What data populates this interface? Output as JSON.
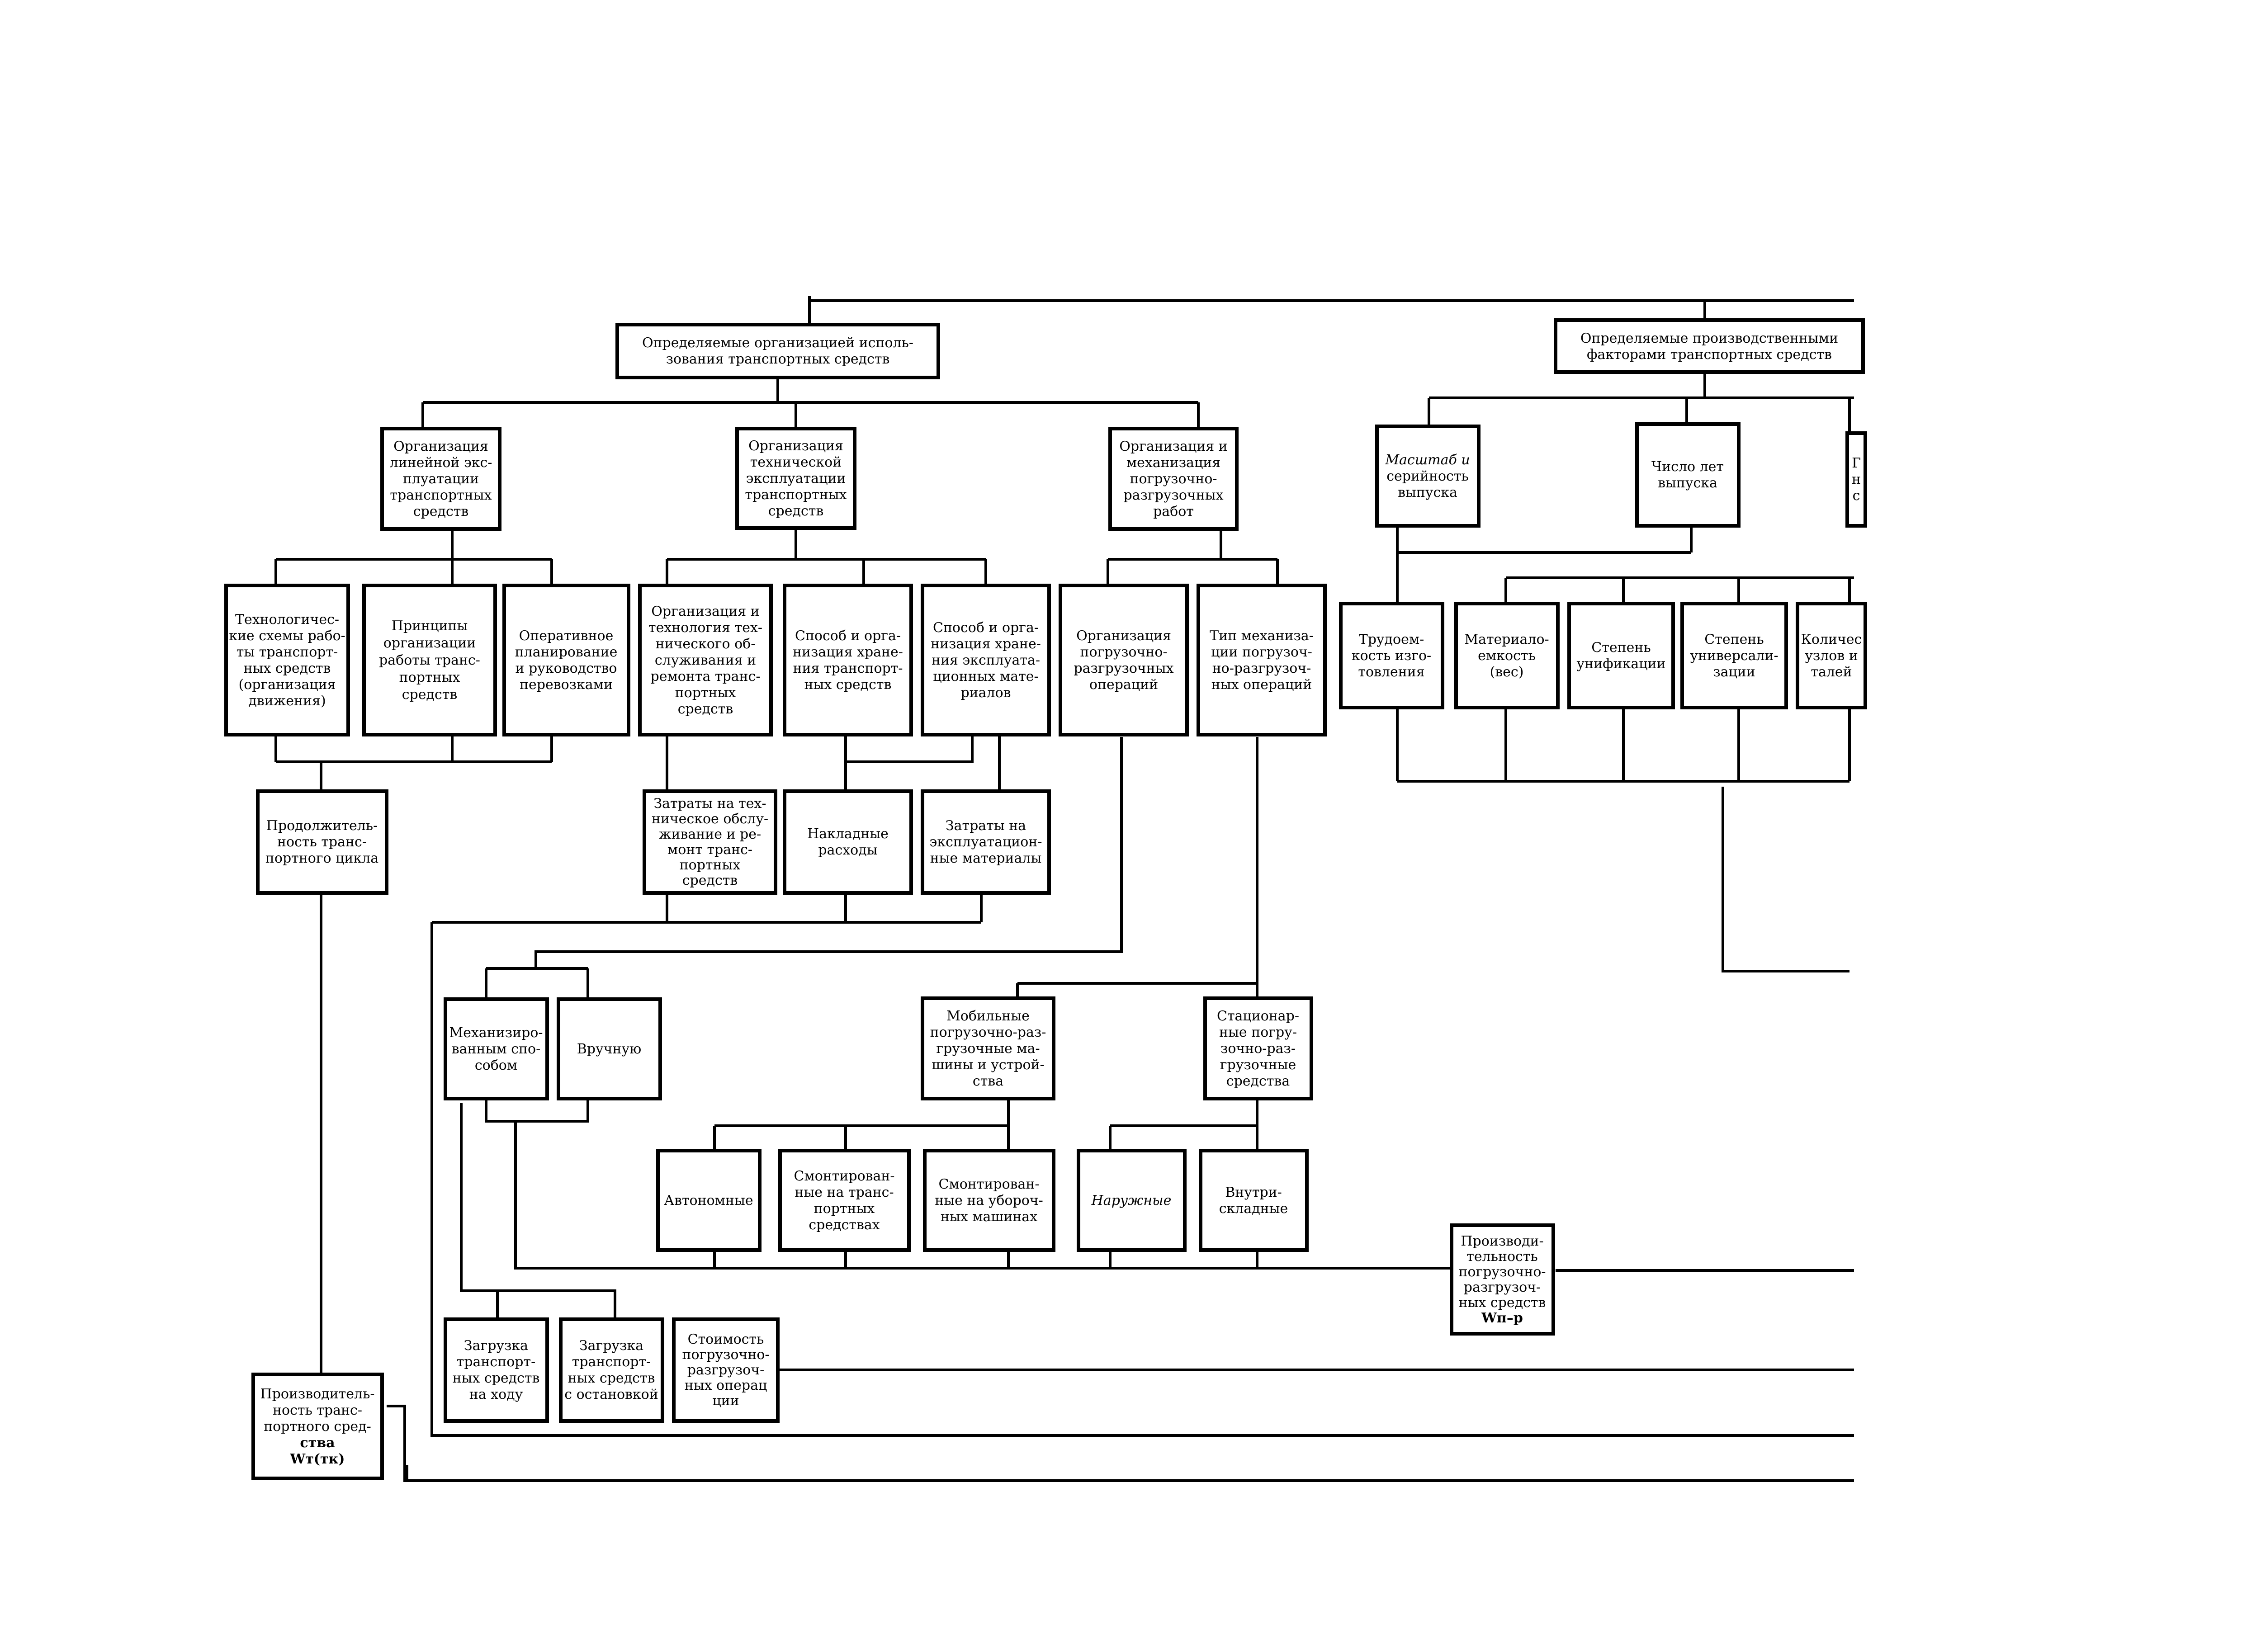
{
  "nodes": {
    "org_use": [
      "Определяемые организацией исполь-",
      "зования транспортных средств"
    ],
    "prod_factors": [
      "Определяемые производственными",
      "факторами транспортных средств"
    ],
    "linear_exploit": [
      "Организация",
      "линейной экс-",
      "плуатации",
      "транспортных",
      "средств"
    ],
    "tech_exploit": [
      "Организация",
      "технической",
      "эксплуатации",
      "транспортных",
      "средств"
    ],
    "loading_mech": [
      "Организация и",
      "механизация",
      "погрузочно-",
      "разгрузочных",
      "работ"
    ],
    "scale": [
      "Масштаб и",
      "серийность",
      "выпуска"
    ],
    "years": [
      "Число лет",
      "выпуска"
    ],
    "edge_box": [
      "Г",
      "н",
      "с"
    ],
    "tech_schemes": [
      "Технологичес-",
      "кие схемы рабо-",
      "ты транспорт-",
      "ных средств",
      "(организация",
      "движения)"
    ],
    "principles": [
      "Принципы",
      "организации",
      "работы транс-",
      "портных",
      "средств"
    ],
    "operative": [
      "Оперативное",
      "планирование",
      "и руководство",
      "перевозками"
    ],
    "org_maint": [
      "Организация и",
      "технология тех-",
      "нического об-",
      "служивания и",
      "ремонта транс-",
      "портных",
      "средств"
    ],
    "storage_vehicles": [
      "Способ и орга-",
      "низация хране-",
      "ния транспорт-",
      "ных средств"
    ],
    "storage_materials": [
      "Способ и орга-",
      "низация хране-",
      "ния эксплуата-",
      "ционных мате-",
      "риалов"
    ],
    "org_loading_ops": [
      "Организация",
      "погрузочно-",
      "разгрузочных",
      "операций"
    ],
    "mech_type": [
      "Тип механиза-",
      "ции погрузоч-",
      "но-разгрузоч-",
      "ных операций"
    ],
    "labor": [
      "Трудоем-",
      "кость изго-",
      "товления"
    ],
    "material": [
      "Материало-",
      "емкость",
      "(вес)"
    ],
    "unification": [
      "Степень",
      "унификации"
    ],
    "universality": [
      "Степень",
      "универсали-",
      "зации"
    ],
    "quantity": [
      "Количес",
      "узлов и",
      "талей"
    ],
    "cycle_duration": [
      "Продолжитель-",
      "ность транс-",
      "портного цикла"
    ],
    "maint_costs": [
      "Затраты на тех-",
      "ническое обслу-",
      "живание и ре-",
      "монт транс-",
      "портных",
      "средств"
    ],
    "overhead": [
      "Накладные",
      "расходы"
    ],
    "material_costs": [
      "Затраты на",
      "эксплуатацион-",
      "ные материалы"
    ],
    "mechanized": [
      "Механизиро-",
      "ванным спо-",
      "собом"
    ],
    "manual": [
      "Вручную"
    ],
    "mobile": [
      "Мобильные",
      "погрузочно-раз-",
      "грузочные ма-",
      "шины и устрой-",
      "ства"
    ],
    "stationary": [
      "Стационар-",
      "ные погру-",
      "зочно-раз-",
      "грузочные",
      "средства"
    ],
    "autonomous": [
      "Автономные"
    ],
    "mounted_vehicles": [
      "Смонтирован-",
      "ные на транс-",
      "портных",
      "средствах"
    ],
    "mounted_harvest": [
      "Смонтирован-",
      "ные на убороч-",
      "ных машинах"
    ],
    "outdoor": [
      "Наружные"
    ],
    "indoor": [
      "Внутри-",
      "складные"
    ],
    "loading_productivity": [
      "Производи-",
      "тельность",
      "погрузочно-",
      "разгрузоч-",
      "ных средств",
      "Wп–р"
    ],
    "load_on_move": [
      "Загрузка",
      "транспорт-",
      "ных средств",
      "на ходу"
    ],
    "load_with_stop": [
      "Загрузка",
      "транспорт-",
      "ных средств",
      "с остановкой"
    ],
    "loading_cost": [
      "Стоимость",
      "погрузочно-",
      "разгрузоч-",
      "ных операц",
      "ции"
    ],
    "transport_productivity": [
      "Производитель-",
      "ность транс-",
      "портного сред-",
      "ства",
      "Wт(тк)"
    ]
  }
}
